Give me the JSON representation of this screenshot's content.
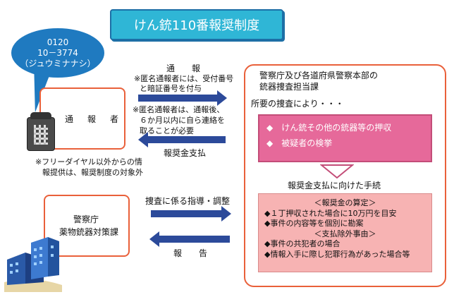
{
  "title": "けん銃110番報奨制度",
  "phone_bubble": {
    "line1": "0120",
    "line2": "10－3774",
    "line3": "（ジュウミナナシ）"
  },
  "reporter": {
    "label": "通　報　者"
  },
  "report_arrow": {
    "label": "通　　報",
    "note1": "※匿名通報者には、受付番号",
    "note2": "と暗証番号を付与"
  },
  "anon_note": {
    "line1": "※匿名通報者は、通報後、",
    "line2": "６か月以内に自ら連絡を",
    "line3": "取ることが必要"
  },
  "reward_arrow": {
    "label": "報奨金支払"
  },
  "free_dial_note": {
    "line1": "※フリーダイヤル以外からの情",
    "line2": "報提供は、報奨制度の対象外"
  },
  "police_hq": {
    "line1": "警察庁及び各道府県警察本部の",
    "line2": "銃器捜査担当課",
    "investigation": "所要の捜査により・・・"
  },
  "actions": {
    "item1": "◆　けん銃その他の銃器等の押収",
    "item2": "◆　被疑者の検挙"
  },
  "payment_procedure": {
    "label": "報奨金支払に向けた手続"
  },
  "procedure": {
    "head1": "＜報奨金の算定＞",
    "a1": "◆１丁押収された場合に10万円を目安",
    "a2": "◆事件の内容等を個別に勘案",
    "head2": "＜支払除外事由＞",
    "b1": "◆事件の共犯者の場合",
    "b2": "◆情報入手に際し犯罪行為があった場合等"
  },
  "npa": {
    "line1": "警察庁",
    "line2": "薬物銃器対策課"
  },
  "guidance_arrow": {
    "label": "捜査に係る指導・調整"
  },
  "report_back_arrow": {
    "label": "報　　告"
  },
  "colors": {
    "accent": "#2fb6d6",
    "border_orange": "#e9603a",
    "arrow": "#2c4a9a",
    "pink": "#e6699a",
    "salmon": "#f7b3b3",
    "bubble": "#1f7ac0"
  }
}
